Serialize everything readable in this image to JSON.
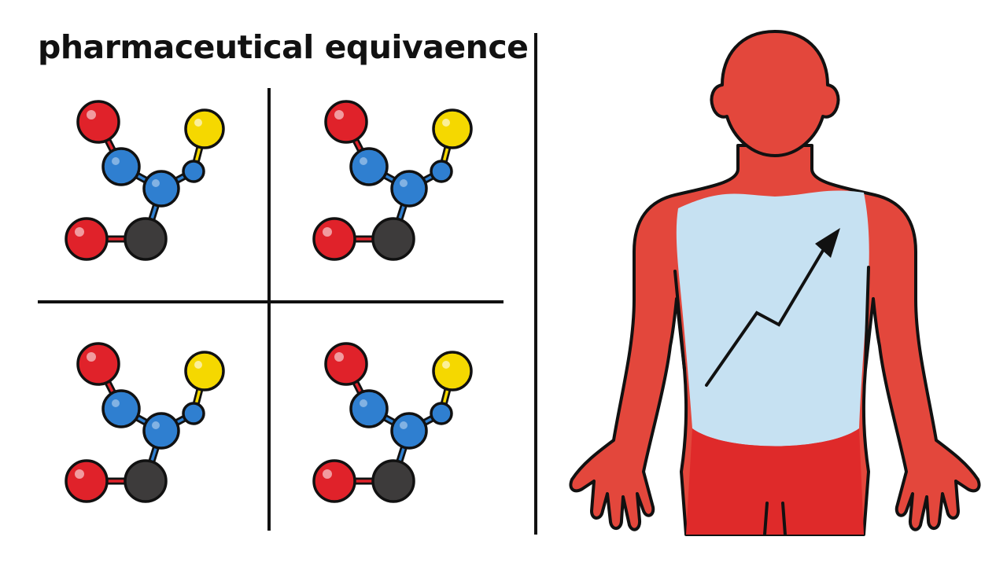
{
  "title": "pharmaceutical equivaence",
  "colors": {
    "oxygen_red": "#e0222a",
    "sulfur_yellow": "#f5d800",
    "nitrogen_blue": "#2f7fd0",
    "carbon_dark": "#3d3b3b",
    "body_red": "#e3473c",
    "torso_light_blue": "#c6e1f2",
    "lower_body_red": "#df2a2a",
    "outline": "#111111"
  },
  "molecules": [
    {
      "name": "molecule-top-left"
    },
    {
      "name": "molecule-top-right"
    },
    {
      "name": "molecule-bottom-left"
    },
    {
      "name": "molecule-bottom-right"
    }
  ],
  "icons": {
    "molecule": "molecule-icon",
    "human": "human-body-icon",
    "arrow": "rising-arrow-icon"
  }
}
